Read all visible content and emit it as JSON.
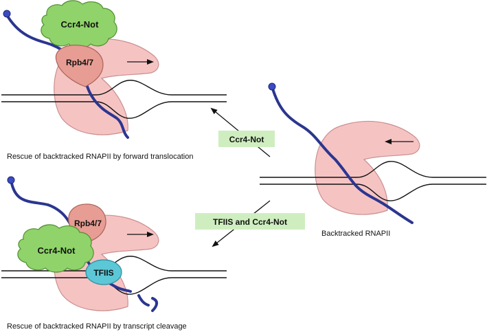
{
  "colors": {
    "rnap_fill": "#f6c3c3",
    "rnap_stroke": "#c98f8f",
    "rna": "#2b3690",
    "ccr4_fill": "#8fd36a",
    "ccr4_stroke": "#4f8f2f",
    "rpb_fill": "#e79d93",
    "rpb_stroke": "#a9635a",
    "tfiis_fill": "#5cc7d6",
    "tfiis_stroke": "#2b8d9b",
    "label_box": "#cfeec0",
    "dna": "#111111"
  },
  "panels": {
    "top": {
      "ccr4_label": "Ccr4-Not",
      "rpb_label": "Rpb4/7",
      "caption": "Rescue of backtracked RNAPII by forward translocation",
      "direction": "forward"
    },
    "bottom": {
      "ccr4_label": "Ccr4-Not",
      "rpb_label": "Rpb4/7",
      "tfiis_label": "TFIIS",
      "caption": "Rescue of backtracked RNAPII by transcript cleavage",
      "direction": "forward"
    },
    "right": {
      "caption": "Backtracked RNAPII",
      "direction": "backward"
    }
  },
  "arrows": {
    "upper_label": "Ccr4-Not",
    "lower_label": "TFIIS and Ccr4-Not"
  }
}
